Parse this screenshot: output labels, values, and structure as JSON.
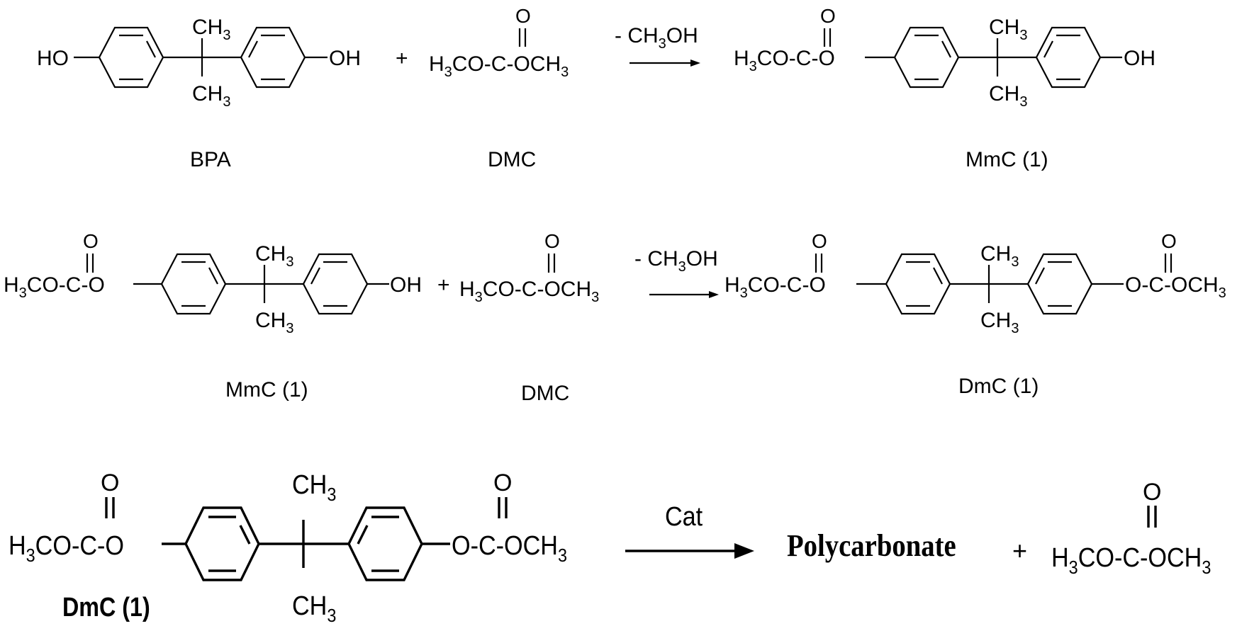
{
  "reactions": [
    {
      "left": {
        "name": "BPA",
        "groups": {
          "left": "HO",
          "right": "OH",
          "top": "CH3",
          "bottom": "CH3"
        }
      },
      "plus": "+",
      "reagent": {
        "name": "DMC",
        "formula": "H3CO–C–OCH3",
        "carbonyl_o": "O"
      },
      "arrow": {
        "byproduct": "- CH3OH"
      },
      "product": {
        "name": "MmC (1)",
        "left": "H3CO–C–O",
        "right": "OH"
      }
    },
    {
      "left": {
        "name": "MmC (1)"
      },
      "plus": "+",
      "reagent": {
        "name": "DMC"
      },
      "arrow": {
        "byproduct": "- CH3OH"
      },
      "product": {
        "name": "DmC (1)"
      }
    },
    {
      "left": {
        "name": "DmC (1)"
      },
      "arrow": {
        "label": "Cat"
      },
      "product": {
        "name": "Polycarbonate"
      },
      "plus": "+",
      "coproduct": {
        "formula": "H3CO–C–OCH3"
      }
    }
  ]
}
